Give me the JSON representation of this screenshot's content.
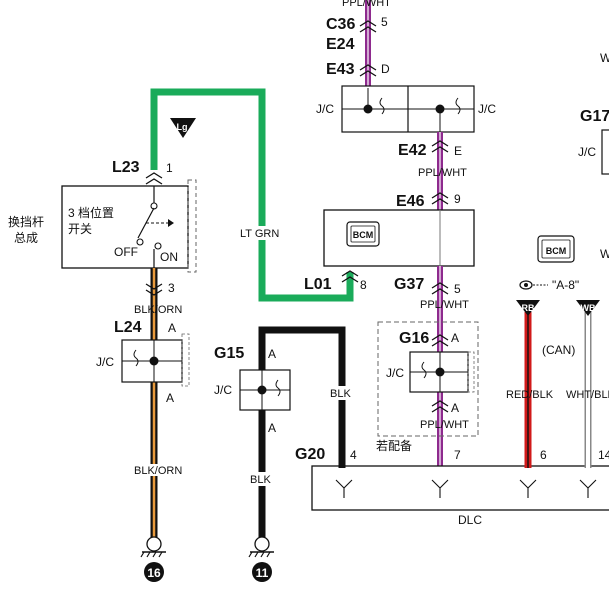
{
  "connectors": {
    "c36": "C36",
    "e24": "E24",
    "e43": "E43",
    "e42": "E42",
    "e46": "E46",
    "g37": "G37",
    "g16": "G16",
    "g15": "G15",
    "g20": "G20",
    "l23": "L23",
    "l24": "L24",
    "l01": "L01",
    "g17": "G17"
  },
  "pins": {
    "c36": "5",
    "e43": "D",
    "e42": "E",
    "e46": "9",
    "g37": "5",
    "g16_top": "A",
    "g16_bot": "A",
    "dlc_4": "4",
    "dlc_7": "7",
    "dlc_6": "6",
    "dlc_14": "14",
    "l23": "1",
    "l23_bottom": "3",
    "l24_top": "A",
    "l24_bot": "A",
    "g15_top": "A",
    "g15_bot": "A",
    "l01": "8"
  },
  "wires": {
    "ppl_wht": "PPL/WHT",
    "lt_grn": "LT GRN",
    "blk_orn": "BLK/ORN",
    "blk": "BLK",
    "red_blk": "RED/BLK",
    "wht_blk": "WHT/BLK"
  },
  "labels": {
    "jc": "J/C",
    "bcm": "BCM",
    "lg": "Lg",
    "rb": "RB",
    "wb": "WB",
    "switch_title": "3 档位置",
    "switch_sub": "开关",
    "off": "OFF",
    "on": "ON",
    "assembly_1": "换挡杆",
    "assembly_2": "总成",
    "can": "(CAN)",
    "optional": "若配备",
    "dlc": "DLC",
    "ref": "\"A-8\"",
    "w": "W",
    "ground_16": "16",
    "ground_11": "11"
  }
}
